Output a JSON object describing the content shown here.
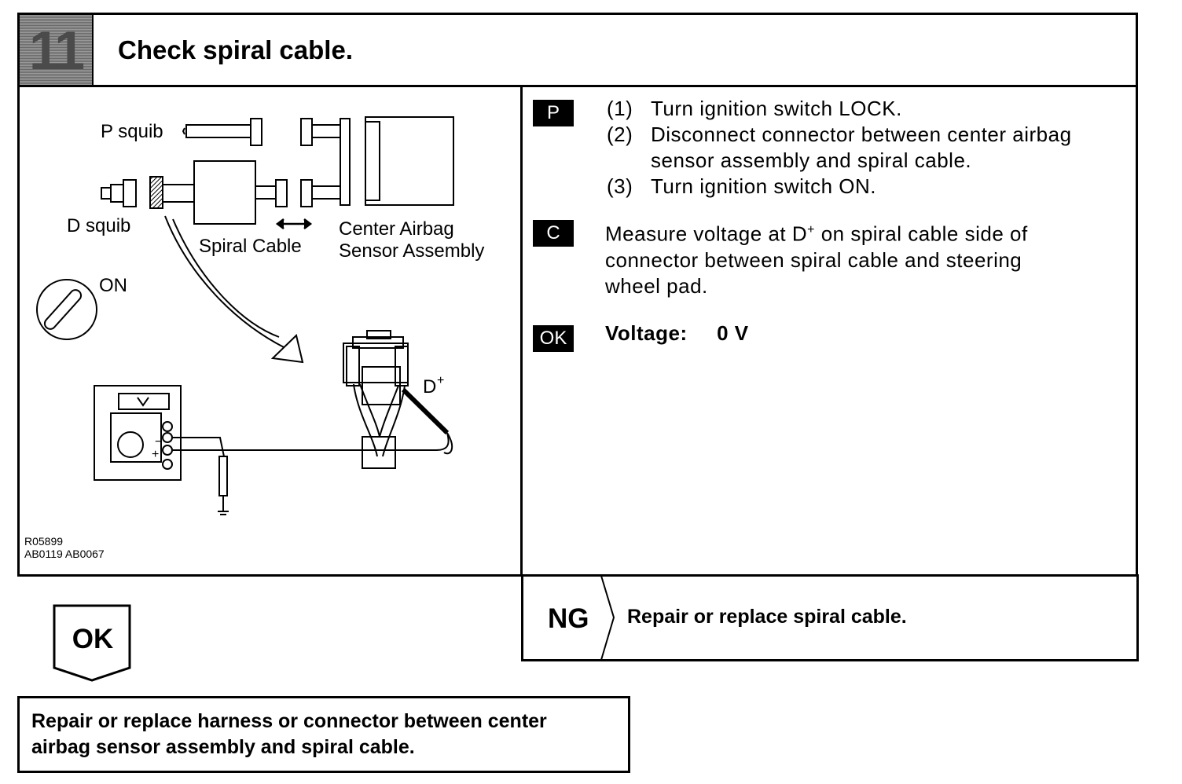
{
  "step": {
    "number": "11",
    "title": "Check spiral cable."
  },
  "diagram": {
    "labels": {
      "p_squib": "P squib",
      "d_squib": "D squib",
      "spiral_cable": "Spiral Cable",
      "center_airbag_line1": "Center Airbag",
      "center_airbag_line2": "Sensor Assembly",
      "on": "ON",
      "meter_v": "V",
      "minus": "−",
      "plus": "+",
      "d_plus": "D",
      "d_plus_sup": "+"
    },
    "codes": {
      "line1": "R05899",
      "line2": "AB0119  AB0067"
    }
  },
  "instructions": {
    "p_tag": "P",
    "p_steps": [
      {
        "num": "(1)",
        "text": "Turn ignition switch LOCK."
      },
      {
        "num": "(2)",
        "text": "Disconnect connector between center airbag"
      },
      {
        "num": "",
        "text": "sensor assembly and spiral cable."
      },
      {
        "num": "(3)",
        "text": "Turn ignition switch ON."
      }
    ],
    "c_tag": "C",
    "c_lines": {
      "line1_pre": "Measure voltage at D",
      "line1_sup": "+",
      "line1_post": " on spiral cable side of",
      "line2": "connector between spiral cable and steering",
      "line3": "wheel pad."
    },
    "ok_tag": "OK",
    "spec_label": "Voltage:",
    "spec_value": "0 V"
  },
  "ng": {
    "label": "NG",
    "text": "Repair or replace spiral cable."
  },
  "ok": {
    "label": "OK"
  },
  "final": {
    "line1": "Repair or replace harness or connector between center",
    "line2": "airbag sensor assembly and spiral cable."
  }
}
